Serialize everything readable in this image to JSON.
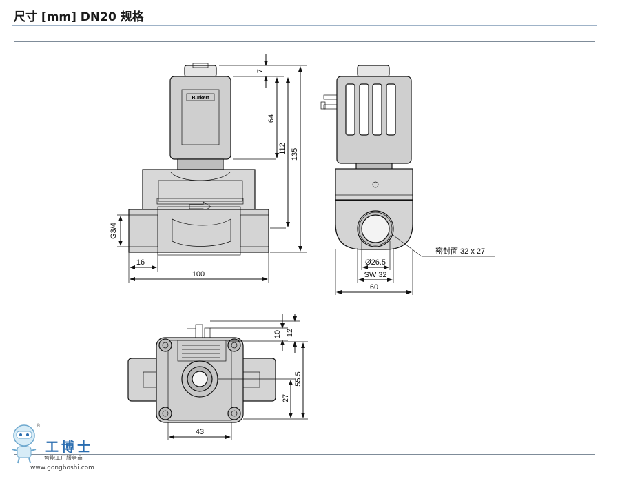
{
  "title": "尺寸 [mm] DN20 规格",
  "front_view": {
    "dims": {
      "top_gap": "7",
      "coil_height": "64",
      "mid_height": "112",
      "total_height": "135",
      "thread": "G3/4",
      "thread_depth": "16",
      "length": "100"
    },
    "brand": "Bürkert"
  },
  "side_view": {
    "dims": {
      "seal": "密封面 32 x 27",
      "bore": "Ø26.5",
      "wrench": "SW 32",
      "width": "60"
    }
  },
  "bottom_view": {
    "dims": {
      "d10": "10",
      "d12": "12",
      "d55_5": "55.5",
      "d27": "27",
      "d43": "43"
    }
  },
  "watermark": {
    "name": "工博士",
    "sub": "智能工厂服务商",
    "url": "www.gongboshi.com",
    "reg": "®"
  },
  "colors": {
    "rule": "#9fb3c8",
    "frame": "#7f8c99",
    "ink": "#111111",
    "brand_blue": "#2a6db0"
  },
  "icons": [
    "robot-mascot-icon"
  ]
}
